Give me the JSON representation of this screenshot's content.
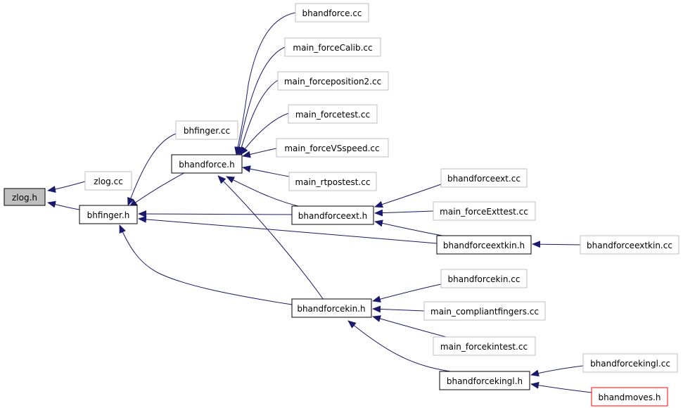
{
  "nodes": {
    "zlog_h": "zlog.h",
    "zlog_cc": "zlog.cc",
    "bhfinger_h": "bhfinger.h",
    "bhfinger_cc": "bhfinger.cc",
    "bhandforce_h": "bhandforce.h",
    "bhandforce_cc": "bhandforce.cc",
    "main_forceCalib_cc": "main_forceCalib.cc",
    "main_forceposition2_cc": "main_forceposition2.cc",
    "main_forcetest_cc": "main_forcetest.cc",
    "main_forceVSspeed_cc": "main_forceVSspeed.cc",
    "main_rtpostest_cc": "main_rtpostest.cc",
    "bhandforceext_h": "bhandforceext.h",
    "bhandforceext_cc": "bhandforceext.cc",
    "main_forceExttest_cc": "main_forceExttest.cc",
    "bhandforceextkin_h": "bhandforceextkin.h",
    "bhandforceextkin_cc": "bhandforceextkin.cc",
    "bhandforcekin_h": "bhandforcekin.h",
    "bhandforcekin_cc": "bhandforcekin.cc",
    "main_compliantfingers_cc": "main_compliantfingers.cc",
    "main_forcekintest_cc": "main_forcekintest.cc",
    "bhandforcekingl_h": "bhandforcekingl.h",
    "bhandforcekingl_cc": "bhandforcekingl.cc",
    "bhandmoves_h": "bhandmoves.h"
  },
  "colors": {
    "edge": "#191970",
    "root_fill": "#bfbfbf",
    "source_border": "#bfbfbf",
    "header_border": "#000000",
    "highlight_border": "#ff0000"
  }
}
